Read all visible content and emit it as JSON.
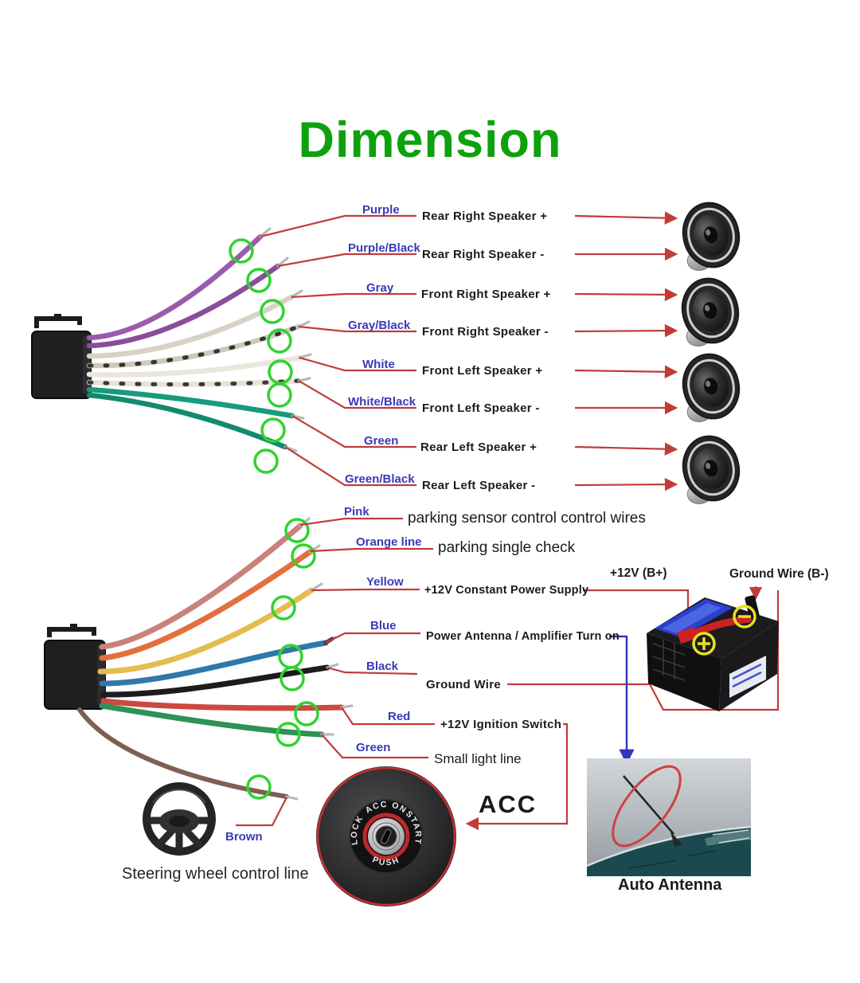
{
  "title": {
    "text": "Dimension",
    "color": "#0ea10e"
  },
  "colors": {
    "wire_label_blue": "#3a3ab8",
    "function_text_black": "#1b1b1b",
    "leader_line_red": "#c23b3b",
    "highlight_circle_green": "#2fd32f",
    "battery_terminal_yellow": "#e8e123",
    "antenna_pointer_blue": "#3434bb"
  },
  "speaker_section": {
    "rows": [
      {
        "wire": "Purple",
        "hex": "#9a5bab",
        "function": "Rear Right Speaker +"
      },
      {
        "wire": "Purple/Black",
        "hex": "#8a4d9b",
        "function": "Rear Right Speaker -"
      },
      {
        "wire": "Gray",
        "hex": "#d8d2c4",
        "function": "Front Right Speaker +"
      },
      {
        "wire": "Gray/Black",
        "hex": "#cfc9bc",
        "function": "Front Right Speaker -"
      },
      {
        "wire": "White",
        "hex": "#eae6db",
        "function": "Front Left Speaker +"
      },
      {
        "wire": "White/Black",
        "hex": "#e6e2d6",
        "function": "Front Left Speaker -"
      },
      {
        "wire": "Green",
        "hex": "#189a7c",
        "function": "Rear Left Speaker +"
      },
      {
        "wire": "Green/Black",
        "hex": "#128a6e",
        "function": "Rear Left Speaker -"
      }
    ]
  },
  "power_section": {
    "rows": [
      {
        "wire": "Pink",
        "hex": "#c9827a",
        "function": "parking sensor control control wires"
      },
      {
        "wire": "Orange line",
        "hex": "#e2703d",
        "function": "parking single check"
      },
      {
        "wire": "Yellow",
        "hex": "#e3bd4e",
        "function": "+12V Constant Power Supply"
      },
      {
        "wire": "Blue",
        "hex": "#2f78ab",
        "function": "Power Antenna / Amplifier Turn on"
      },
      {
        "wire": "Black",
        "hex": "#1c1c1c",
        "function": "Ground Wire"
      },
      {
        "wire": "Red",
        "hex": "#cc4840",
        "function": "+12V Ignition Switch"
      },
      {
        "wire": "Green",
        "hex": "#2e9156",
        "function": "Small light line"
      },
      {
        "wire": "Brown",
        "hex": "#7e6052",
        "function": "Steering wheel control line"
      }
    ]
  },
  "battery": {
    "positive_terminal_label": "+12V (B+)",
    "negative_terminal_label": "Ground Wire (B-)"
  },
  "ignition": {
    "acc_label": "ACC",
    "bezel": {
      "left": "LOCK",
      "top": "ACC ON",
      "right": "START",
      "bottom": "PUSH"
    }
  },
  "antenna": {
    "caption": "Auto Antenna"
  }
}
